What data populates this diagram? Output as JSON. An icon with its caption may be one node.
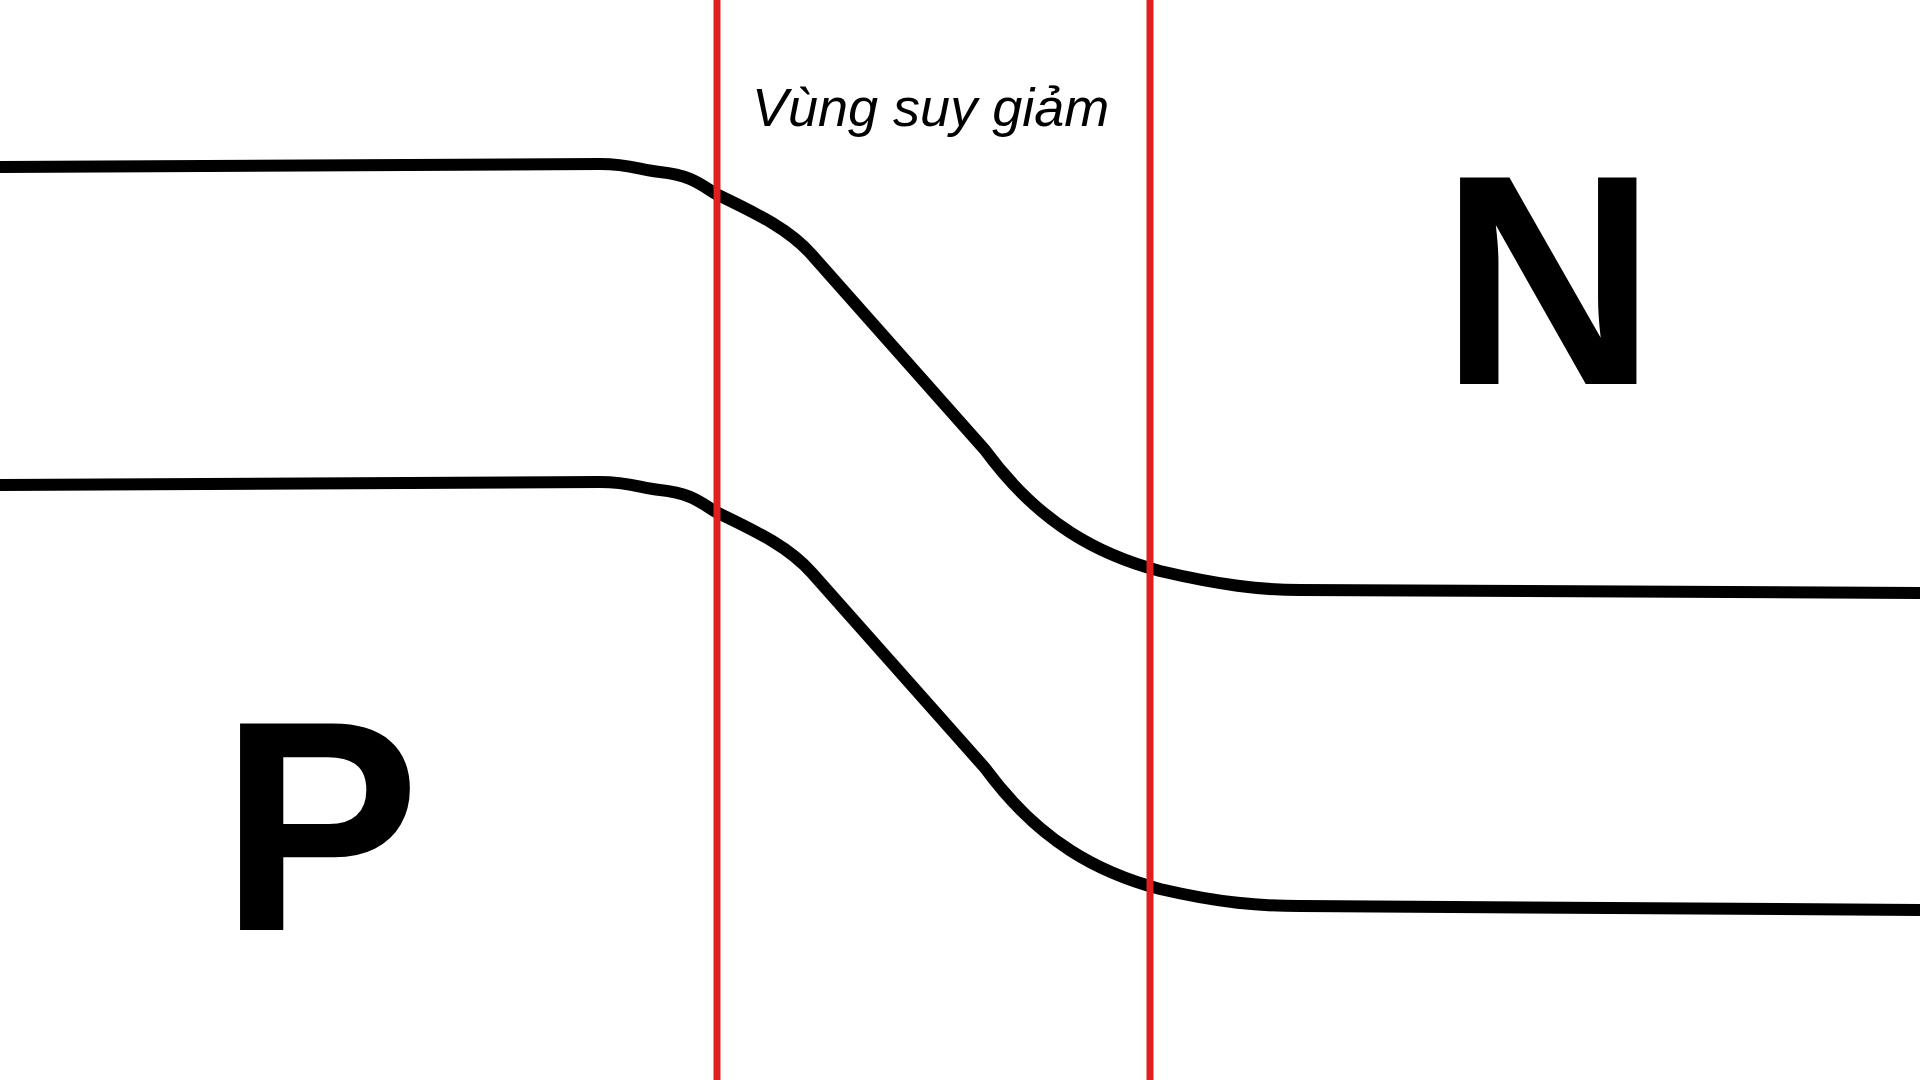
{
  "diagram": {
    "labels": [
      "Vùng suy giảm",
      "N",
      "P"
    ]
  }
}
